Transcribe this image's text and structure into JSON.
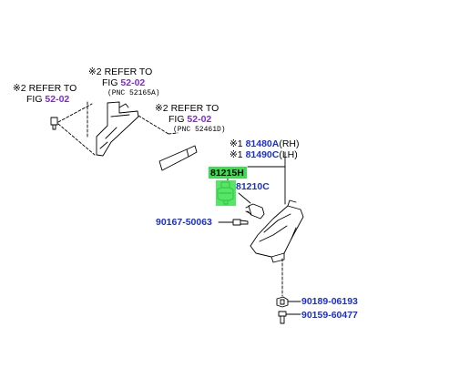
{
  "ref_note_1": {
    "mark": "※2",
    "text": "REFER TO",
    "fig_prefix": "FIG",
    "fig": "52-02"
  },
  "ref_note_2": {
    "mark": "※2",
    "text": "REFER TO",
    "fig_prefix": "FIG",
    "fig": "52-02",
    "pnc": "(PNC 52165A)"
  },
  "ref_note_3": {
    "mark": "※2",
    "text": "REFER TO",
    "fig_prefix": "FIG",
    "fig": "52-02",
    "pnc": "(PNC 52461D)"
  },
  "part_81480A": {
    "mark": "※1",
    "code": "81480A",
    "side": "(RH)"
  },
  "part_81490C": {
    "mark": "※1",
    "code": "81490C",
    "side": "(LH)"
  },
  "part_81215H": {
    "code": "81215H"
  },
  "part_81210C": {
    "code": "81210C"
  },
  "part_90167": {
    "code": "90167-50063"
  },
  "part_90189": {
    "code": "90189-06193"
  },
  "part_90159": {
    "code": "90159-60477"
  },
  "colors": {
    "highlight": "#39e04d",
    "link_purple": "#7a2be2",
    "link_blue": "#1a2fd6"
  }
}
